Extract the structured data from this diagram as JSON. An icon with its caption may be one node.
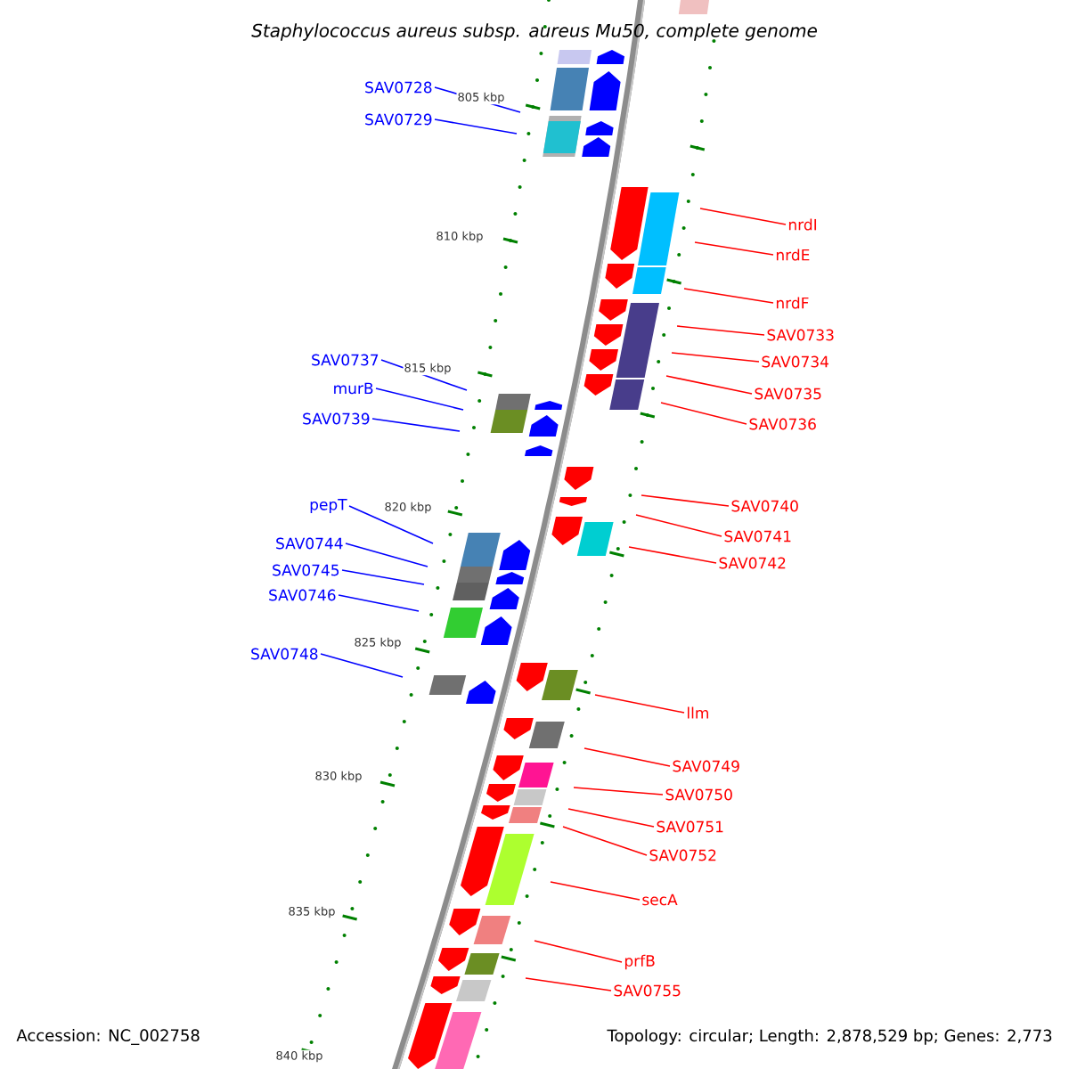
{
  "diagram": {
    "title": "Staphylococcus aureus subsp. aureus Mu50, complete genome",
    "nodes": [
      {
        "text": [
          "SAV0728"
        ]
      },
      {
        "text": [
          "SAV0729"
        ]
      },
      {
        "text": [
          "SAV0737"
        ]
      },
      {
        "text": [
          "murB"
        ]
      },
      {
        "text": [
          "SAV0739"
        ]
      },
      {
        "text": [
          "pepT"
        ]
      },
      {
        "text": [
          "SAV0744"
        ]
      },
      {
        "text": [
          "SAV0745"
        ]
      },
      {
        "text": [
          "SAV0746"
        ]
      },
      {
        "text": [
          "SAV0748"
        ]
      },
      {
        "text": [
          "nrdI"
        ]
      },
      {
        "text": [
          "nrdE"
        ]
      },
      {
        "text": [
          "nrdF"
        ]
      },
      {
        "text": [
          "SAV0733"
        ]
      },
      {
        "text": [
          "SAV0734"
        ]
      },
      {
        "text": [
          "SAV0735"
        ]
      },
      {
        "text": [
          "SAV0736"
        ]
      },
      {
        "text": [
          "SAV0740"
        ]
      },
      {
        "text": [
          "SAV0741"
        ]
      },
      {
        "text": [
          "SAV0742"
        ]
      },
      {
        "text": [
          "llm"
        ]
      },
      {
        "text": [
          "SAV0749"
        ]
      },
      {
        "text": [
          "SAV0750"
        ]
      },
      {
        "text": [
          "SAV0751"
        ]
      },
      {
        "text": [
          "SAV0752"
        ]
      },
      {
        "text": [
          "secA"
        ]
      },
      {
        "text": [
          "prfB"
        ]
      },
      {
        "text": [
          "SAV0755"
        ]
      }
    ],
    "edges": [
      {
        "from": 0,
        "to": null,
        "arrow": "none",
        "color": "#0000ff"
      },
      {
        "from": 1,
        "to": null,
        "arrow": "none",
        "color": "#0000ff"
      },
      {
        "from": 2,
        "to": null,
        "arrow": "none",
        "color": "#0000ff"
      },
      {
        "from": 3,
        "to": null,
        "arrow": "none",
        "color": "#0000ff"
      },
      {
        "from": 4,
        "to": null,
        "arrow": "none",
        "color": "#0000ff"
      },
      {
        "from": 5,
        "to": null,
        "arrow": "none",
        "color": "#0000ff"
      },
      {
        "from": 6,
        "to": null,
        "arrow": "none",
        "color": "#0000ff"
      },
      {
        "from": 7,
        "to": null,
        "arrow": "none",
        "color": "#0000ff"
      },
      {
        "from": 8,
        "to": null,
        "arrow": "none",
        "color": "#0000ff"
      },
      {
        "from": 9,
        "to": null,
        "arrow": "none",
        "color": "#0000ff"
      },
      {
        "from": 10,
        "to": null,
        "arrow": "none"
      },
      {
        "from": 11,
        "to": null,
        "arrow": "none"
      },
      {
        "from": 12,
        "to": null,
        "arrow": "none"
      },
      {
        "from": 13,
        "to": null,
        "arrow": "none"
      },
      {
        "from": 14,
        "to": null,
        "arrow": "none"
      },
      {
        "from": 15,
        "to": null,
        "arrow": "none"
      },
      {
        "from": 16,
        "to": null,
        "arrow": "none"
      },
      {
        "from": 17,
        "to": null,
        "arrow": "none"
      },
      {
        "from": 18,
        "to": null,
        "arrow": "none"
      },
      {
        "from": 19,
        "to": null,
        "arrow": "none"
      },
      {
        "from": 20,
        "to": null,
        "arrow": "none"
      },
      {
        "from": 21,
        "to": null,
        "arrow": "none"
      },
      {
        "from": 22,
        "to": null,
        "arrow": "none"
      },
      {
        "from": 23,
        "to": null,
        "arrow": "none"
      },
      {
        "from": 24,
        "to": null,
        "arrow": "none"
      },
      {
        "from": 25,
        "to": null,
        "arrow": "none"
      },
      {
        "from": 26,
        "to": null,
        "arrow": "none"
      },
      {
        "from": 27,
        "to": null,
        "arrow": "none"
      }
    ],
    "labels": [
      "805 kbp",
      "810 kbp",
      "815 kbp",
      "820 kbp",
      "825 kbp",
      "830 kbp",
      "835 kbp",
      "840 kbp",
      "Accession: NC_002758",
      "Topology: circular; Length: 2,878,529 bp; Genes: 2,773"
    ]
  }
}
